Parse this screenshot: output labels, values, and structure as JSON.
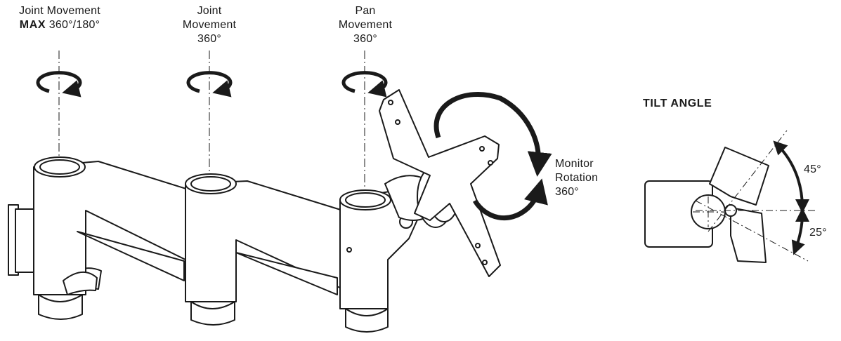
{
  "labels": {
    "joint1": {
      "line1": "Joint Movement",
      "bold": "MAX",
      "rest": "360°/180°"
    },
    "joint2": {
      "line1": "Joint",
      "line2": "Movement",
      "line3": "360°"
    },
    "pan": {
      "line1": "Pan",
      "line2": "Movement",
      "line3": "360°"
    },
    "rotation": {
      "line1": "Monitor",
      "line2": "Rotation",
      "line3": "360°"
    },
    "tilt": {
      "title": "TILT ANGLE",
      "up": "45°",
      "down": "25°"
    }
  },
  "colors": {
    "line": "#1a1a1a",
    "fill": "#ffffff"
  }
}
